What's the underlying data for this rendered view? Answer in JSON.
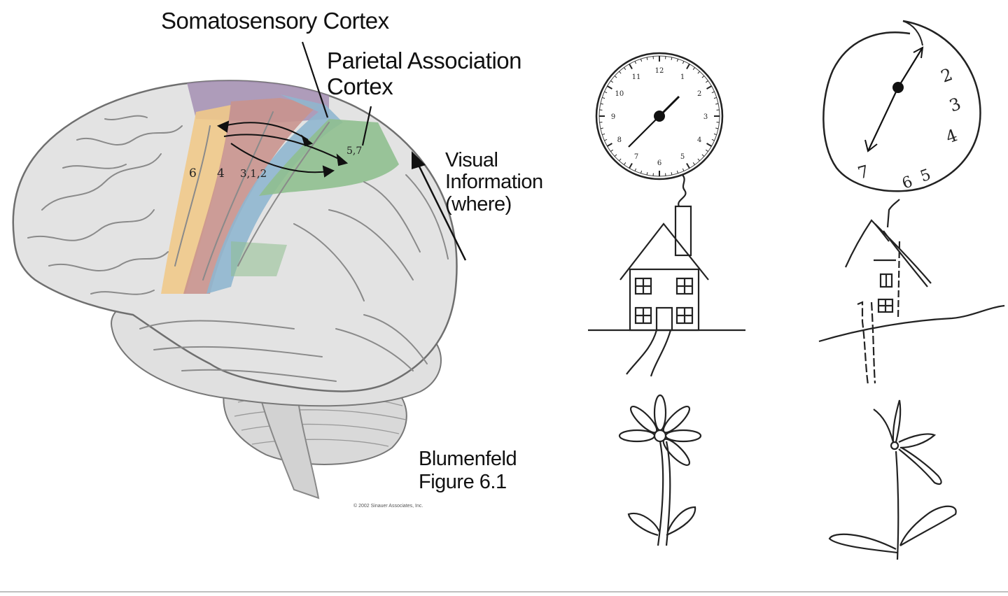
{
  "labels": {
    "somatosensory": "Somatosensory Cortex",
    "parietal_line1": "Parietal Association",
    "parietal_line2": "Cortex",
    "visual_line1": "Visual",
    "visual_line2": "Information",
    "visual_line3": "(where)",
    "credit_line1": "Blumenfeld",
    "credit_line2": "Figure 6.1",
    "copyright": "© 2002 Sinauer Associates, Inc."
  },
  "area_numbers": {
    "premotor": "6",
    "motor": "4",
    "somatosensory": "3,1,2",
    "parietal": "5,7"
  },
  "normal_clock_numbers": [
    "12",
    "1",
    "2",
    "3",
    "4",
    "5",
    "6",
    "7",
    "8",
    "9",
    "10",
    "11"
  ],
  "neglect_clock_numbers": [
    "2",
    "3",
    "4",
    "5",
    "6",
    "7"
  ],
  "colors": {
    "brain": "#e3e3e3",
    "sulcus": "#8a8a8a",
    "premotor": "#f0c98a",
    "motor": "#c9948e",
    "somatosensory": "#8fb6cf",
    "parietal": "#8fbf8f",
    "superior_strip": "#a58fb3"
  }
}
